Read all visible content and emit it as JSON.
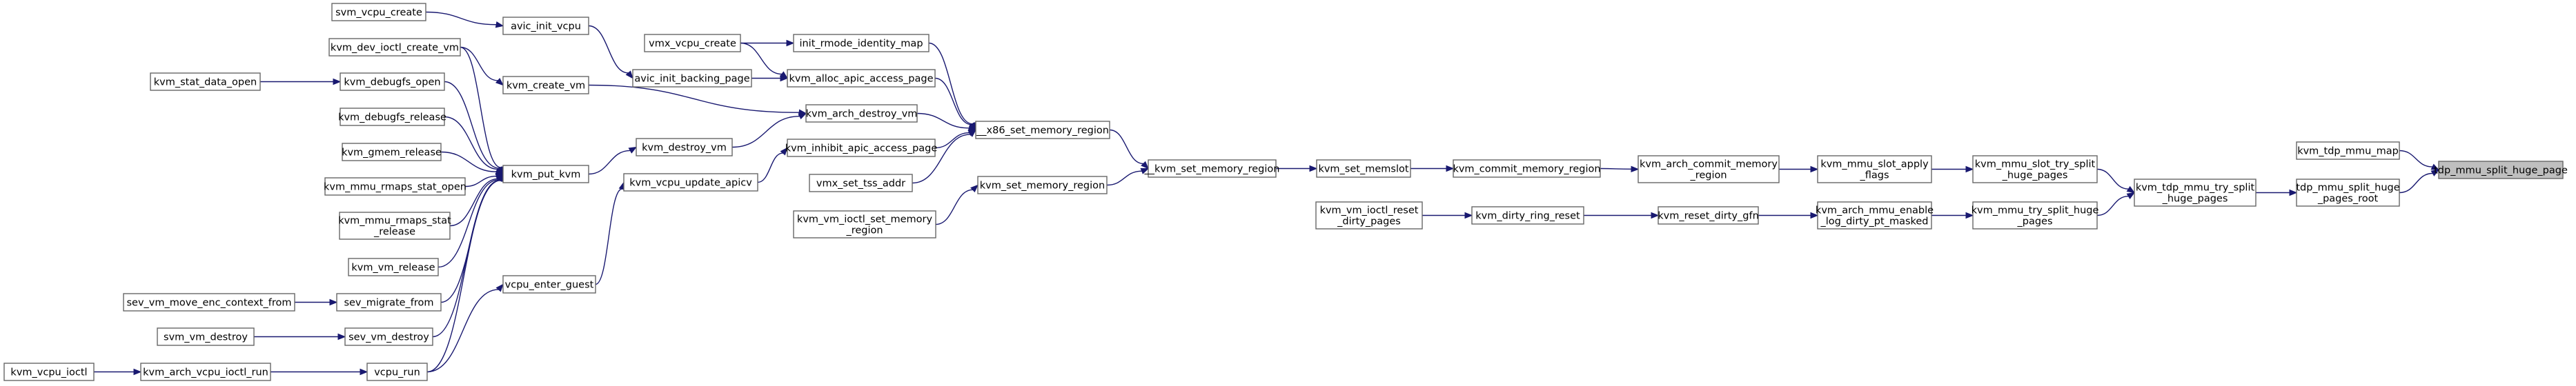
{
  "title": "",
  "colors": {
    "edge": "#191970",
    "root_fill": "#bfbfbf",
    "node_border": "#666666"
  },
  "nodes": [
    {
      "id": "tdp_mmu_split_huge_page",
      "lines": [
        "tdp_mmu_split_huge_page"
      ],
      "root": true
    },
    {
      "id": "kvm_tdp_mmu_map",
      "lines": [
        "kvm_tdp_mmu_map"
      ]
    },
    {
      "id": "tdp_mmu_split_huge_pages_root",
      "lines": [
        "tdp_mmu_split_huge",
        "_pages_root"
      ]
    },
    {
      "id": "kvm_tdp_mmu_try_split_huge_pages",
      "lines": [
        "kvm_tdp_mmu_try_split",
        "_huge_pages"
      ]
    },
    {
      "id": "kvm_mmu_slot_try_split_huge_pages",
      "lines": [
        "kvm_mmu_slot_try_split",
        "_huge_pages"
      ]
    },
    {
      "id": "kvm_mmu_try_split_huge_pages",
      "lines": [
        "kvm_mmu_try_split_huge",
        "_pages"
      ]
    },
    {
      "id": "kvm_mmu_slot_apply_flags",
      "lines": [
        "kvm_mmu_slot_apply",
        "_flags"
      ]
    },
    {
      "id": "kvm_arch_mmu_enable_log_dirty_pt_masked",
      "lines": [
        "kvm_arch_mmu_enable",
        "_log_dirty_pt_masked"
      ]
    },
    {
      "id": "kvm_arch_commit_memory_region",
      "lines": [
        "kvm_arch_commit_memory",
        "_region"
      ]
    },
    {
      "id": "kvm_reset_dirty_gfn",
      "lines": [
        "kvm_reset_dirty_gfn"
      ]
    },
    {
      "id": "kvm_commit_memory_region",
      "lines": [
        "kvm_commit_memory_region"
      ]
    },
    {
      "id": "kvm_dirty_ring_reset",
      "lines": [
        "kvm_dirty_ring_reset"
      ]
    },
    {
      "id": "kvm_set_memslot",
      "lines": [
        "kvm_set_memslot"
      ]
    },
    {
      "id": "kvm_vm_ioctl_reset_dirty_pages",
      "lines": [
        "kvm_vm_ioctl_reset",
        "_dirty_pages"
      ]
    },
    {
      "id": "__kvm_set_memory_region",
      "lines": [
        "__kvm_set_memory_region"
      ]
    },
    {
      "id": "__x86_set_memory_region",
      "lines": [
        "__x86_set_memory_region"
      ]
    },
    {
      "id": "kvm_set_memory_region",
      "lines": [
        "kvm_set_memory_region"
      ]
    },
    {
      "id": "kvm_vm_ioctl_set_memory_region",
      "lines": [
        "kvm_vm_ioctl_set_memory",
        "_region"
      ]
    },
    {
      "id": "init_rmode_identity_map",
      "lines": [
        "init_rmode_identity_map"
      ]
    },
    {
      "id": "kvm_alloc_apic_access_page",
      "lines": [
        "kvm_alloc_apic_access_page"
      ]
    },
    {
      "id": "kvm_arch_destroy_vm",
      "lines": [
        "kvm_arch_destroy_vm"
      ]
    },
    {
      "id": "kvm_inhibit_apic_access_page",
      "lines": [
        "kvm_inhibit_apic_access_page"
      ]
    },
    {
      "id": "vmx_set_tss_addr",
      "lines": [
        "vmx_set_tss_addr"
      ]
    },
    {
      "id": "vmx_vcpu_create",
      "lines": [
        "vmx_vcpu_create"
      ]
    },
    {
      "id": "avic_init_backing_page",
      "lines": [
        "avic_init_backing_page"
      ]
    },
    {
      "id": "avic_init_vcpu",
      "lines": [
        "avic_init_vcpu"
      ]
    },
    {
      "id": "svm_vcpu_create",
      "lines": [
        "svm_vcpu_create"
      ]
    },
    {
      "id": "kvm_destroy_vm",
      "lines": [
        "kvm_destroy_vm"
      ]
    },
    {
      "id": "kvm_create_vm",
      "lines": [
        "kvm_create_vm"
      ]
    },
    {
      "id": "kvm_vcpu_update_apicv",
      "lines": [
        "kvm_vcpu_update_apicv"
      ]
    },
    {
      "id": "kvm_put_kvm",
      "lines": [
        "kvm_put_kvm"
      ]
    },
    {
      "id": "vcpu_enter_guest",
      "lines": [
        "vcpu_enter_guest"
      ]
    },
    {
      "id": "vcpu_run",
      "lines": [
        "vcpu_run"
      ]
    },
    {
      "id": "kvm_dev_ioctl_create_vm",
      "lines": [
        "kvm_dev_ioctl_create_vm"
      ]
    },
    {
      "id": "kvm_debugfs_open",
      "lines": [
        "kvm_debugfs_open"
      ]
    },
    {
      "id": "kvm_debugfs_release",
      "lines": [
        "kvm_debugfs_release"
      ]
    },
    {
      "id": "kvm_gmem_release",
      "lines": [
        "kvm_gmem_release"
      ]
    },
    {
      "id": "kvm_mmu_rmaps_stat_open",
      "lines": [
        "kvm_mmu_rmaps_stat_open"
      ]
    },
    {
      "id": "kvm_mmu_rmaps_stat_release",
      "lines": [
        "kvm_mmu_rmaps_stat",
        "_release"
      ]
    },
    {
      "id": "kvm_vm_release",
      "lines": [
        "kvm_vm_release"
      ]
    },
    {
      "id": "sev_migrate_from",
      "lines": [
        "sev_migrate_from"
      ]
    },
    {
      "id": "sev_vm_destroy",
      "lines": [
        "sev_vm_destroy"
      ]
    },
    {
      "id": "kvm_stat_data_open",
      "lines": [
        "kvm_stat_data_open"
      ]
    },
    {
      "id": "sev_vm_move_enc_context_from",
      "lines": [
        "sev_vm_move_enc_context_from"
      ]
    },
    {
      "id": "svm_vm_destroy",
      "lines": [
        "svm_vm_destroy"
      ]
    },
    {
      "id": "kvm_arch_vcpu_ioctl_run",
      "lines": [
        "kvm_arch_vcpu_ioctl_run"
      ]
    },
    {
      "id": "kvm_vcpu_ioctl",
      "lines": [
        "kvm_vcpu_ioctl"
      ]
    }
  ],
  "edges": [
    [
      "kvm_tdp_mmu_map",
      "tdp_mmu_split_huge_page"
    ],
    [
      "tdp_mmu_split_huge_pages_root",
      "tdp_mmu_split_huge_page"
    ],
    [
      "kvm_tdp_mmu_try_split_huge_pages",
      "tdp_mmu_split_huge_pages_root"
    ],
    [
      "kvm_mmu_slot_try_split_huge_pages",
      "kvm_tdp_mmu_try_split_huge_pages"
    ],
    [
      "kvm_mmu_try_split_huge_pages",
      "kvm_tdp_mmu_try_split_huge_pages"
    ],
    [
      "kvm_mmu_slot_apply_flags",
      "kvm_mmu_slot_try_split_huge_pages"
    ],
    [
      "kvm_arch_mmu_enable_log_dirty_pt_masked",
      "kvm_mmu_try_split_huge_pages"
    ],
    [
      "kvm_arch_commit_memory_region",
      "kvm_mmu_slot_apply_flags"
    ],
    [
      "kvm_reset_dirty_gfn",
      "kvm_arch_mmu_enable_log_dirty_pt_masked"
    ],
    [
      "kvm_commit_memory_region",
      "kvm_arch_commit_memory_region"
    ],
    [
      "kvm_dirty_ring_reset",
      "kvm_reset_dirty_gfn"
    ],
    [
      "kvm_set_memslot",
      "kvm_commit_memory_region"
    ],
    [
      "kvm_vm_ioctl_reset_dirty_pages",
      "kvm_dirty_ring_reset"
    ],
    [
      "__kvm_set_memory_region",
      "kvm_set_memslot"
    ],
    [
      "__x86_set_memory_region",
      "__kvm_set_memory_region"
    ],
    [
      "kvm_set_memory_region",
      "__kvm_set_memory_region"
    ],
    [
      "kvm_vm_ioctl_set_memory_region",
      "kvm_set_memory_region"
    ],
    [
      "init_rmode_identity_map",
      "__x86_set_memory_region"
    ],
    [
      "kvm_alloc_apic_access_page",
      "__x86_set_memory_region"
    ],
    [
      "kvm_arch_destroy_vm",
      "__x86_set_memory_region"
    ],
    [
      "kvm_inhibit_apic_access_page",
      "__x86_set_memory_region"
    ],
    [
      "vmx_set_tss_addr",
      "__x86_set_memory_region"
    ],
    [
      "vmx_vcpu_create",
      "init_rmode_identity_map"
    ],
    [
      "vmx_vcpu_create",
      "kvm_alloc_apic_access_page"
    ],
    [
      "avic_init_backing_page",
      "kvm_alloc_apic_access_page"
    ],
    [
      "avic_init_vcpu",
      "avic_init_backing_page"
    ],
    [
      "svm_vcpu_create",
      "avic_init_vcpu"
    ],
    [
      "kvm_destroy_vm",
      "kvm_arch_destroy_vm"
    ],
    [
      "kvm_create_vm",
      "kvm_arch_destroy_vm"
    ],
    [
      "kvm_vcpu_update_apicv",
      "kvm_inhibit_apic_access_page"
    ],
    [
      "kvm_put_kvm",
      "kvm_destroy_vm"
    ],
    [
      "kvm_dev_ioctl_create_vm",
      "kvm_create_vm"
    ],
    [
      "vcpu_enter_guest",
      "kvm_vcpu_update_apicv"
    ],
    [
      "vcpu_run",
      "vcpu_enter_guest"
    ],
    [
      "kvm_arch_vcpu_ioctl_run",
      "vcpu_run"
    ],
    [
      "kvm_vcpu_ioctl",
      "kvm_arch_vcpu_ioctl_run"
    ],
    [
      "kvm_dev_ioctl_create_vm",
      "kvm_put_kvm"
    ],
    [
      "kvm_debugfs_open",
      "kvm_put_kvm"
    ],
    [
      "kvm_debugfs_release",
      "kvm_put_kvm"
    ],
    [
      "kvm_gmem_release",
      "kvm_put_kvm"
    ],
    [
      "kvm_mmu_rmaps_stat_open",
      "kvm_put_kvm"
    ],
    [
      "kvm_mmu_rmaps_stat_release",
      "kvm_put_kvm"
    ],
    [
      "kvm_vm_release",
      "kvm_put_kvm"
    ],
    [
      "sev_migrate_from",
      "kvm_put_kvm"
    ],
    [
      "sev_vm_destroy",
      "kvm_put_kvm"
    ],
    [
      "vcpu_run",
      "kvm_put_kvm"
    ],
    [
      "kvm_stat_data_open",
      "kvm_debugfs_open"
    ],
    [
      "sev_vm_move_enc_context_from",
      "sev_migrate_from"
    ],
    [
      "svm_vm_destroy",
      "sev_vm_destroy"
    ]
  ]
}
